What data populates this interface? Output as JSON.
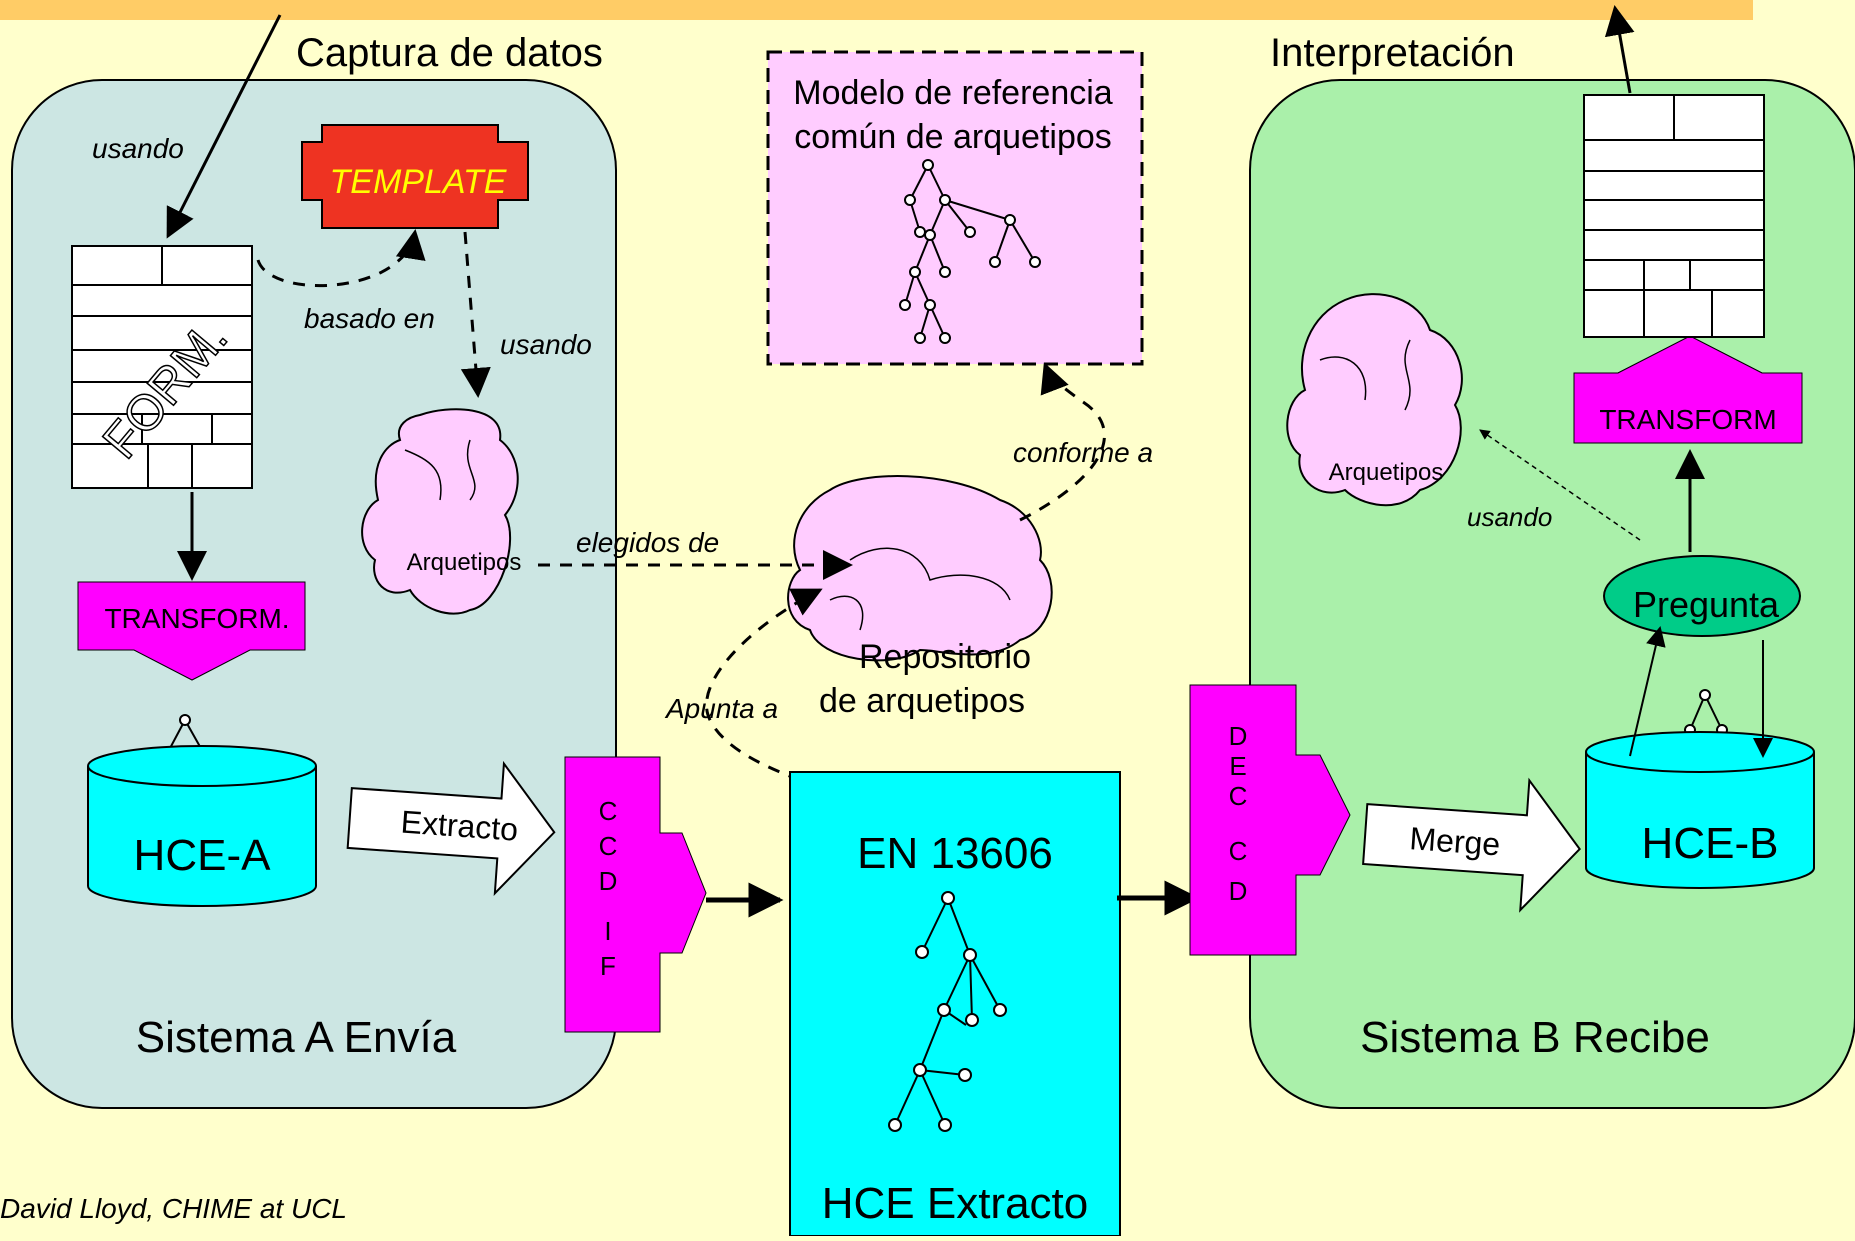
{
  "top_labels": {
    "capture": "Captura de datos",
    "interpretation": "Interpretación"
  },
  "system_a": {
    "title": "Sistema A Envía",
    "using_form": "usando",
    "template": "TEMPLATE",
    "form": "FORM.",
    "based_on": "basado en",
    "using_archetypes": "usando",
    "archetypes": "Arquetipos",
    "transform": "TRANSFORM.",
    "ehr": "HCE-A",
    "extract_arrow": "Extracto",
    "encoder_letters": [
      "C",
      "C",
      "D",
      "I",
      "F"
    ]
  },
  "reference_model": {
    "line1": "Modelo de referencia",
    "line2": "común de arquetipos"
  },
  "repository": {
    "line1": "Repositorio",
    "line2": "de arquetipos",
    "chosen_from": "elegidos de",
    "conforms_to": "conforme a",
    "points_to": "Apunta a"
  },
  "extract": {
    "standard": "EN 13606",
    "title": "HCE Extracto"
  },
  "system_b": {
    "title": "Sistema B Recibe",
    "decoder_letters": [
      "D",
      "E",
      "C",
      "C",
      "D"
    ],
    "merge_arrow": "Merge",
    "ehr": "HCE-B",
    "query": "Pregunta",
    "using": "usando",
    "archetypes": "Arquetipos",
    "transform": "TRANSFORM"
  },
  "credit": "David Lloyd, CHIME at UCL",
  "colors": {
    "background": "#FFFFCC",
    "top_bar": "#FFCC66",
    "system_a": "#CCE6E3",
    "system_b": "#AAF0AA",
    "magenta": "#FF00FF",
    "cyan": "#00FFFF",
    "archetype_pink": "#FFCCFF",
    "template_red": "#EE3322",
    "template_text": "#FFFF00",
    "query_green": "#00CC88"
  }
}
